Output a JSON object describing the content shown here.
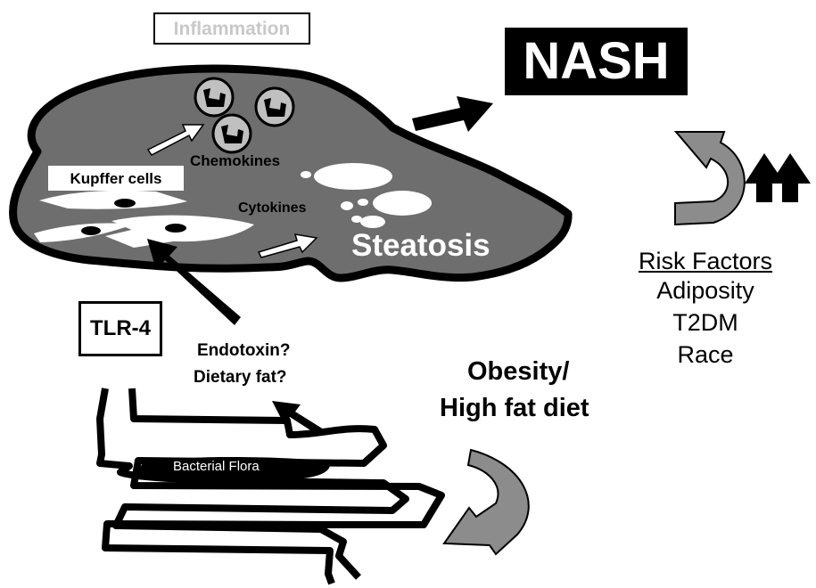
{
  "labels": {
    "inflammation": "Inflammation",
    "nash": "NASH",
    "chemokines": "Chemokines",
    "kupffer_cells": "Kupffer cells",
    "cytokines": "Cytokines",
    "steatosis": "Steatosis",
    "tlr4": "TLR-4",
    "endotoxin": "Endotoxin?",
    "dietary_fat": "Dietary fat?",
    "obesity": "Obesity/",
    "high_fat_diet": "High fat diet",
    "bacterial_flora": "Bacterial Flora"
  },
  "risk_factors": {
    "title": "Risk Factors",
    "items": [
      "Adiposity",
      "T2DM",
      "Race"
    ]
  },
  "colors": {
    "liver_fill": "#6e6e6e",
    "outline": "#000000",
    "curved_arrow": "#8c8c8c",
    "inflammation_text": "#c8c8c8"
  },
  "icons": {
    "neutrophil": "neutrophil-cell-icon",
    "arrows_up": "double-up-arrow-icon"
  }
}
